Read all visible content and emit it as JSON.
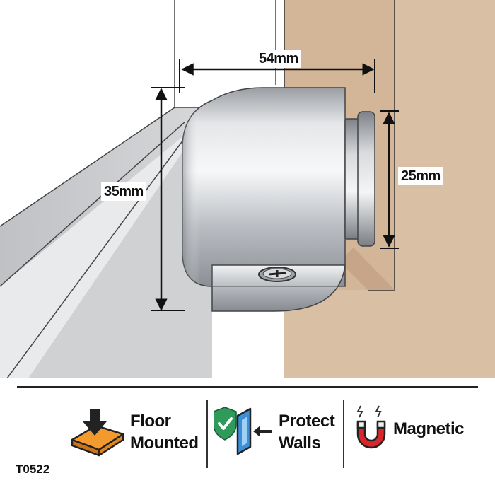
{
  "dimensions": {
    "width": "54mm",
    "height": "35mm",
    "pad": "25mm"
  },
  "features": [
    {
      "icon": "floor-mount-icon",
      "line1": "Floor",
      "line2": "Mounted"
    },
    {
      "icon": "shield-check-icon",
      "line1": "Protect",
      "line2": "Walls"
    },
    {
      "icon": "magnet-icon",
      "line1": "Magnetic",
      "line2": ""
    }
  ],
  "product_code": "T0522",
  "colors": {
    "door": "#d9bfa4",
    "door_edge": "#c6a588",
    "floor_orange": "#f29a2e",
    "shield_green": "#2e9b5a",
    "magnet_red": "#d9262b",
    "wall_blue": "#3a8fd8"
  }
}
